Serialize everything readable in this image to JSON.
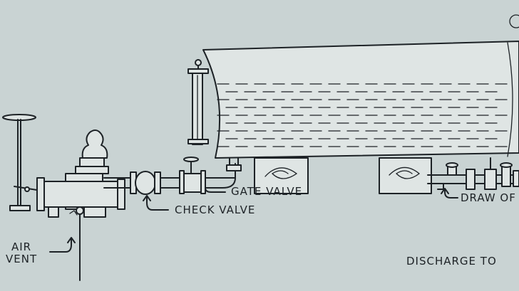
{
  "labels": {
    "air_vent_line1": "AIR",
    "air_vent_line2": "VENT",
    "check_valve": "CHECK VALVE",
    "gate_valve": "GATE VALVE",
    "draw_off": "DRAW OF",
    "discharge": "DISCHARGE TO"
  },
  "colors": {
    "paper": "#c9d3d3",
    "ink": "#1d2226",
    "fill": "#dfe5e4"
  }
}
